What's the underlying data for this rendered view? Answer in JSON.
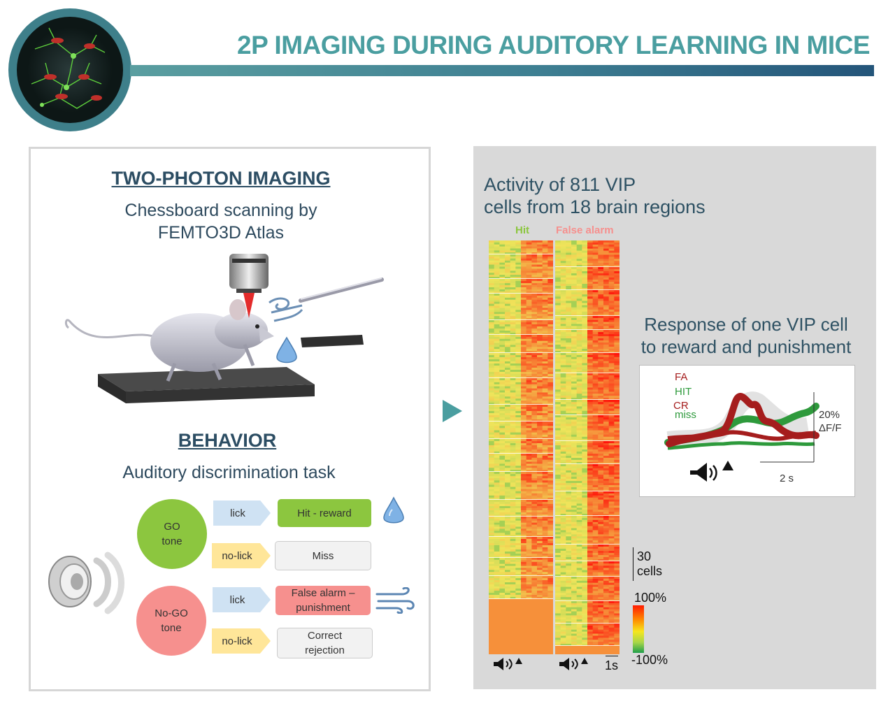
{
  "header": {
    "title": "2P IMAGING DURING AUDITORY LEARNING IN MICE"
  },
  "imaging": {
    "heading": "TWO-PHOTON IMAGING",
    "subtitle_line1": "Chessboard scanning by",
    "subtitle_line2": "FEMTO3D Atlas"
  },
  "behavior": {
    "heading": "BEHAVIOR",
    "subtitle": "Auditory discrimination task",
    "go_tone_line1": "GO",
    "go_tone_line2": "tone",
    "nogo_tone_line1": "No-GO",
    "nogo_tone_line2": "tone",
    "rows": [
      {
        "action": "lick",
        "outcome_line1": "Hit - reward",
        "outcome_line2": ""
      },
      {
        "action": "no-lick",
        "outcome_line1": "Miss",
        "outcome_line2": ""
      },
      {
        "action": "lick",
        "outcome_line1": "False alarm –",
        "outcome_line2": "punishment"
      },
      {
        "action": "no-lick",
        "outcome_line1": "Correct",
        "outcome_line2": "rejection"
      }
    ],
    "colors": {
      "go": "#8cc63f",
      "nogo": "#f6908e",
      "hit_box": "#8cc63f",
      "fa_box": "#f6908e",
      "neutral_box": "#f2f2f2",
      "lick_arrow": "#cfe2f3",
      "nolick_arrow": "#ffe699"
    },
    "icons": [
      "speaker-icon",
      "water-drop-icon",
      "air-puff-icon"
    ]
  },
  "activity": {
    "title_line1": "Activity of 811 VIP",
    "title_line2": "cells from 18 brain regions",
    "col_hit": "Hit",
    "col_fa": "False alarm",
    "cells_scale_num": "30",
    "cells_scale_unit": "cells",
    "cbar_max": "100%",
    "cbar_min": "-100%",
    "time_scale": "1s"
  },
  "response": {
    "title_line1": "Response of one VIP cell",
    "title_line2": "to reward and punishment",
    "legend": [
      {
        "label": "FA",
        "color": "#a51d1d"
      },
      {
        "label": "HIT",
        "color": "#2e9a3c"
      },
      {
        "label": "CR",
        "color": "#a51d1d"
      },
      {
        "label": "miss",
        "color": "#2e9a3c"
      }
    ],
    "y_scale_line1": "20%",
    "y_scale_line2": "ΔF/F",
    "x_scale": "2 s"
  }
}
